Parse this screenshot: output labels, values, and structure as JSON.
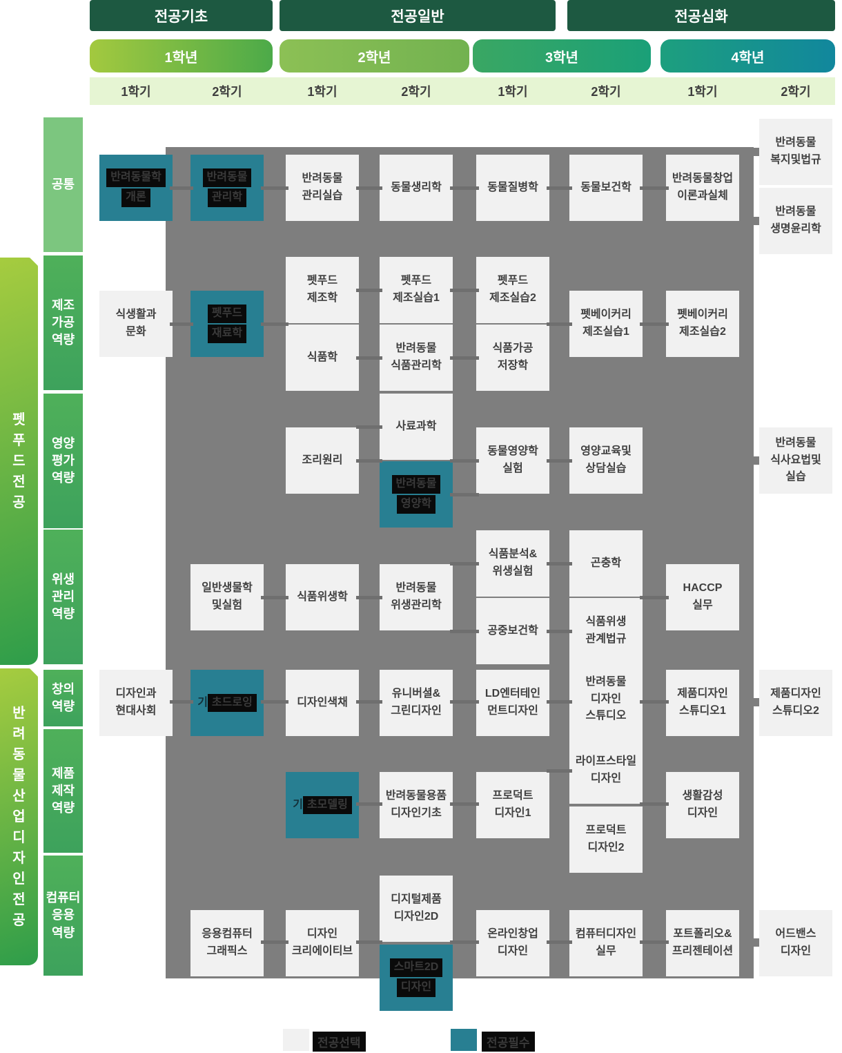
{
  "title_headers": [
    {
      "label": "전공기초"
    },
    {
      "label": "전공일반"
    },
    {
      "label": "전공심화"
    }
  ],
  "years": [
    {
      "label": "1학년"
    },
    {
      "label": "2학년"
    },
    {
      "label": "3학년"
    },
    {
      "label": "4학년"
    }
  ],
  "semester_labels": [
    "1학기",
    "2학기",
    "1학기",
    "2학기",
    "1학기",
    "2학기",
    "1학기",
    "2학기"
  ],
  "majors": [
    {
      "id": "petfood",
      "label": "펫푸드전공"
    },
    {
      "id": "design",
      "label": "반려동물산업디자인전공"
    }
  ],
  "categories": [
    {
      "id": "common",
      "lines": [
        "공통"
      ]
    },
    {
      "id": "mfg",
      "lines": [
        "제조",
        "가공",
        "역량"
      ]
    },
    {
      "id": "nutrition",
      "lines": [
        "영양",
        "평가",
        "역량"
      ]
    },
    {
      "id": "hygiene",
      "lines": [
        "위생",
        "관리",
        "역량"
      ]
    },
    {
      "id": "creative",
      "lines": [
        "창의",
        "역량"
      ]
    },
    {
      "id": "product",
      "lines": [
        "제품",
        "제작",
        "역량"
      ]
    },
    {
      "id": "computer",
      "lines": [
        "컴퓨터",
        "응용",
        "역량"
      ]
    }
  ],
  "legend": [
    {
      "type": "elective",
      "label": "전공선택"
    },
    {
      "type": "required",
      "label": "전공필수"
    }
  ],
  "colors": {
    "header_dark": "#1d5941",
    "grid_bg": "#7e7e7e",
    "elective_box": "#f1f1f1",
    "required_box": "#287f92",
    "highlight": "#0a0a0a",
    "common_category": "#7cc67f",
    "category_green": "#4fb05a"
  },
  "courses": [
    {
      "band": "common",
      "col": 1,
      "row": "mid",
      "lines": [
        "반려동물학",
        "개론"
      ],
      "required": true
    },
    {
      "band": "common",
      "col": 2,
      "row": "mid",
      "lines": [
        "반려동물",
        "관리학"
      ],
      "required": true
    },
    {
      "band": "common",
      "col": 3,
      "row": "mid",
      "lines": [
        "반려동물",
        "관리실습"
      ]
    },
    {
      "band": "common",
      "col": 4,
      "row": "mid",
      "lines": [
        "동물생리학"
      ]
    },
    {
      "band": "common",
      "col": 5,
      "row": "mid",
      "lines": [
        "동물질병학"
      ]
    },
    {
      "band": "common",
      "col": 6,
      "row": "mid",
      "lines": [
        "동물보건학"
      ]
    },
    {
      "band": "common",
      "col": 7,
      "row": "mid",
      "lines": [
        "반려동물창업",
        "이론과실체"
      ]
    },
    {
      "band": "common",
      "col": 8,
      "row": "hi",
      "lines": [
        "반려동물",
        "복지및법규"
      ]
    },
    {
      "band": "common",
      "col": 8,
      "row": "lo",
      "lines": [
        "반려동물",
        "생명윤리학"
      ]
    },
    {
      "band": "mfg",
      "col": 1,
      "row": "mid",
      "lines": [
        "식생활과",
        "문화"
      ]
    },
    {
      "band": "mfg",
      "col": 2,
      "row": "mid",
      "lines": [
        "펫푸드",
        "재료학"
      ],
      "required": true
    },
    {
      "band": "mfg",
      "col": 3,
      "row": "top",
      "lines": [
        "펫푸드",
        "제조학"
      ]
    },
    {
      "band": "mfg",
      "col": 3,
      "row": "bottom",
      "lines": [
        "식품학"
      ]
    },
    {
      "band": "mfg",
      "col": 4,
      "row": "top",
      "lines": [
        "펫푸드",
        "제조실습1"
      ]
    },
    {
      "band": "mfg",
      "col": 4,
      "row": "bottom",
      "lines": [
        "반려동물",
        "식품관리학"
      ]
    },
    {
      "band": "mfg",
      "col": 5,
      "row": "top",
      "lines": [
        "펫푸드",
        "제조실습2"
      ]
    },
    {
      "band": "mfg",
      "col": 5,
      "row": "bottom",
      "lines": [
        "식품가공",
        "저장학"
      ]
    },
    {
      "band": "mfg",
      "col": 6,
      "row": "mid",
      "lines": [
        "펫베이커리",
        "제조실습1"
      ]
    },
    {
      "band": "mfg",
      "col": 7,
      "row": "mid",
      "lines": [
        "펫베이커리",
        "제조실습2"
      ]
    },
    {
      "band": "nutrition",
      "col": 3,
      "row": "mid",
      "lines": [
        "조리원리"
      ]
    },
    {
      "band": "nutrition",
      "col": 4,
      "row": "top",
      "lines": [
        "사료과학"
      ]
    },
    {
      "band": "nutrition",
      "col": 4,
      "row": "bottom",
      "lines": [
        "반려동물",
        "영양학"
      ],
      "required": true
    },
    {
      "band": "nutrition",
      "col": 5,
      "row": "mid",
      "lines": [
        "동물영양학",
        "실험"
      ]
    },
    {
      "band": "nutrition",
      "col": 6,
      "row": "mid",
      "lines": [
        "영양교육및",
        "상담실습"
      ]
    },
    {
      "band": "nutrition",
      "col": 8,
      "row": "mid",
      "lines": [
        "반려동물",
        "식사요법및",
        "실습"
      ]
    },
    {
      "band": "hygiene",
      "col": 2,
      "row": "mid",
      "lines": [
        "일반생물학",
        "및실험"
      ]
    },
    {
      "band": "hygiene",
      "col": 3,
      "row": "mid",
      "lines": [
        "식품위생학"
      ]
    },
    {
      "band": "hygiene",
      "col": 4,
      "row": "mid",
      "lines": [
        "반려동물",
        "위생관리학"
      ]
    },
    {
      "band": "hygiene",
      "col": 5,
      "row": "top",
      "lines": [
        "식품분석&",
        "위생실험"
      ]
    },
    {
      "band": "hygiene",
      "col": 5,
      "row": "bottom",
      "lines": [
        "공중보건학"
      ]
    },
    {
      "band": "hygiene",
      "col": 6,
      "row": "top",
      "lines": [
        "곤충학"
      ]
    },
    {
      "band": "hygiene",
      "col": 6,
      "row": "bottom",
      "lines": [
        "식품위생",
        "관계법규"
      ]
    },
    {
      "band": "hygiene",
      "col": 7,
      "row": "mid",
      "lines": [
        "HACCP",
        "실무"
      ]
    },
    {
      "band": "creative",
      "col": 1,
      "row": "mid",
      "lines": [
        "디자인과",
        "현대사회"
      ]
    },
    {
      "band": "creative",
      "col": 2,
      "row": "mid",
      "lines": [
        "기초드로잉"
      ],
      "required": true,
      "split": 1
    },
    {
      "band": "creative",
      "col": 3,
      "row": "mid",
      "lines": [
        "디자인색채"
      ]
    },
    {
      "band": "creative",
      "col": 4,
      "row": "mid",
      "lines": [
        "유니버셜&",
        "그린디자인"
      ]
    },
    {
      "band": "creative",
      "col": 5,
      "row": "mid",
      "lines": [
        "LD엔터테인",
        "먼트디자인"
      ]
    },
    {
      "band": "creative",
      "col": 6,
      "row": "tall",
      "lines": [
        "반려동물",
        "디자인",
        "스튜디오"
      ]
    },
    {
      "band": "creative",
      "col": 7,
      "row": "mid",
      "lines": [
        "제품디자인",
        "스튜디오1"
      ]
    },
    {
      "band": "creative",
      "col": 8,
      "row": "mid",
      "lines": [
        "제품디자인",
        "스튜디오2"
      ]
    },
    {
      "band": "product",
      "col": 3,
      "row": "mid",
      "lines": [
        "기초모델링"
      ],
      "required": true,
      "split": 1
    },
    {
      "band": "product",
      "col": 4,
      "row": "mid",
      "lines": [
        "반려동물용품",
        "디자인기초"
      ]
    },
    {
      "band": "product",
      "col": 5,
      "row": "mid",
      "lines": [
        "프로덕트",
        "디자인1"
      ]
    },
    {
      "band": "product",
      "col": 6,
      "row": "top",
      "lines": [
        "라이프스타일",
        "디자인"
      ]
    },
    {
      "band": "product",
      "col": 6,
      "row": "bottom",
      "lines": [
        "프로덕트",
        "디자인2"
      ]
    },
    {
      "band": "product",
      "col": 7,
      "row": "mid",
      "lines": [
        "생활감성",
        "디자인"
      ]
    },
    {
      "band": "computer",
      "col": 2,
      "row": "mid",
      "lines": [
        "응용컴퓨터",
        "그래픽스"
      ]
    },
    {
      "band": "computer",
      "col": 3,
      "row": "mid",
      "lines": [
        "디자인",
        "크리에이티브"
      ]
    },
    {
      "band": "computer",
      "col": 4,
      "row": "top",
      "lines": [
        "디지털제품",
        "디자인2D"
      ]
    },
    {
      "band": "computer",
      "col": 4,
      "row": "bottom",
      "lines": [
        "스마트2D",
        "디자인"
      ],
      "required": true
    },
    {
      "band": "computer",
      "col": 5,
      "row": "mid",
      "lines": [
        "온라인창업",
        "디자인"
      ]
    },
    {
      "band": "computer",
      "col": 6,
      "row": "mid",
      "lines": [
        "컴퓨터디자인",
        "실무"
      ]
    },
    {
      "band": "computer",
      "col": 7,
      "row": "mid",
      "lines": [
        "포트폴리오&",
        "프리젠테이션"
      ]
    },
    {
      "band": "computer",
      "col": 8,
      "row": "mid",
      "lines": [
        "어드밴스",
        "디자인"
      ]
    }
  ]
}
